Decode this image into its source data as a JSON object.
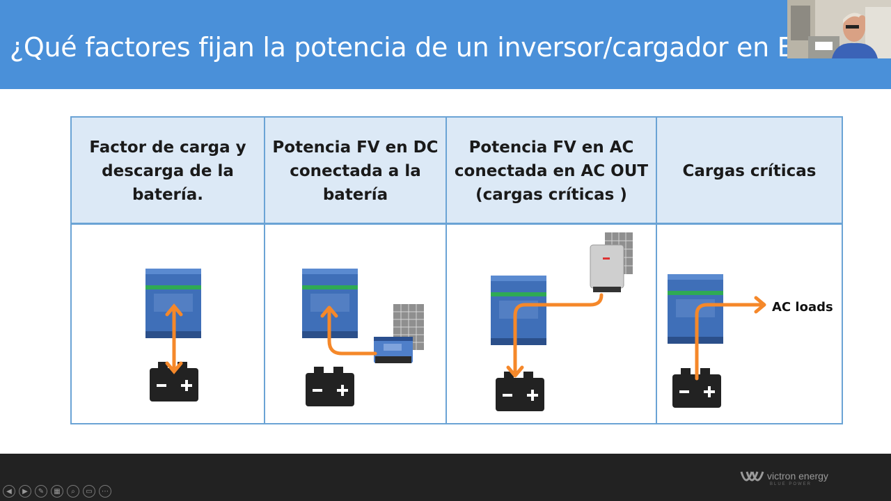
{
  "slide": {
    "title": "¿Qué factores fijan la potencia de un inversor/cargador en ESS ?"
  },
  "table": {
    "columns": [
      {
        "header_lines": [
          "Factor de carga y",
          "descarga de la",
          "batería."
        ]
      },
      {
        "header_lines": [
          "Potencia FV en DC",
          "conectada a la",
          "batería"
        ]
      },
      {
        "header_lines": [
          "Potencia FV en AC",
          "conectada en AC OUT",
          "(cargas críticas )"
        ]
      },
      {
        "header_lines": [
          "Cargas críticas"
        ]
      }
    ],
    "ac_loads_label": "AC loads"
  },
  "footer": {
    "brand_name": "victron energy",
    "brand_tagline": "BLUE POWER"
  },
  "icons": {
    "presenter_controls": [
      "prev-icon",
      "next-icon",
      "pen-icon",
      "slides-icon",
      "zoom-icon",
      "subtitles-icon",
      "more-icon"
    ]
  },
  "colors": {
    "header_bg": "#4a90d9",
    "table_border": "#6aa3d5",
    "table_header_bg": "#dce9f6",
    "arrow": "#f5882a",
    "inverter_blue": "#3f6fb8",
    "battery": "#222222"
  }
}
